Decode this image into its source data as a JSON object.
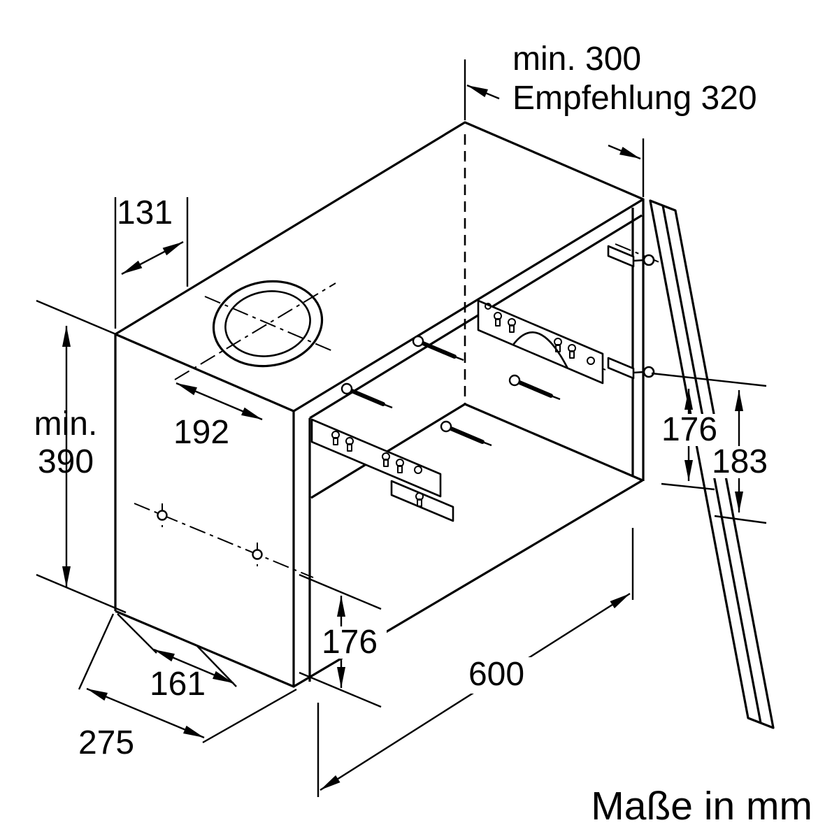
{
  "diagram": {
    "units_note": "Maße in mm",
    "dimensions": {
      "top_clearance_min": "min. 300",
      "top_clearance_recommendation": "Empfehlung 320",
      "visor_depth": "131",
      "height_min_prefix": "min.",
      "height_min_value": "390",
      "body_depth": "192",
      "front_panel_height": "176",
      "side_bottom_depth": "161",
      "side_total_depth": "275",
      "cabinet_width": "600",
      "hinge_offset_inner": "176",
      "hinge_offset_outer": "183"
    }
  }
}
